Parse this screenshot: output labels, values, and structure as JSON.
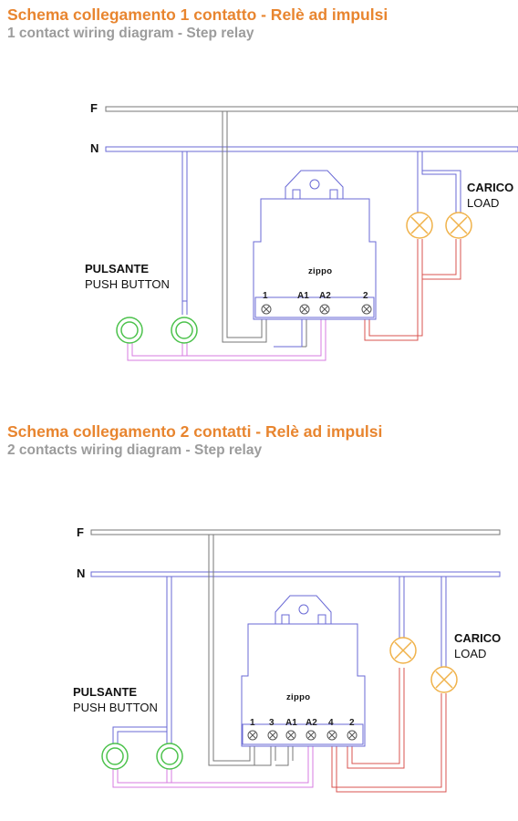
{
  "diagram1": {
    "title_it": "Schema collegamento 1 contatto - Relè ad impulsi",
    "title_en": "1 contact wiring diagram - Step relay",
    "label_f": "F",
    "label_n": "N",
    "load_it": "CARICO",
    "load_en": "LOAD",
    "push_it": "PULSANTE",
    "push_en": "PUSH BUTTON",
    "brand": "zippo",
    "terminals": [
      "1",
      "A1",
      "A2",
      "2"
    ]
  },
  "diagram2": {
    "title_it": "Schema collegamento 2 contatti - Relè ad impulsi",
    "title_en": "2 contacts wiring diagram - Step relay",
    "label_f": "F",
    "label_n": "N",
    "load_it": "CARICO",
    "load_en": "LOAD",
    "push_it": "PULSANTE",
    "push_en": "PUSH BUTTON",
    "brand": "zippo",
    "terminals": [
      "1",
      "3",
      "A1",
      "A2",
      "4",
      "2"
    ]
  },
  "colors": {
    "title_orange": "#e8852f",
    "subtitle_grey": "#9c9c9c",
    "neutral_wire": "#6a6ad6",
    "phase_wire": "#777777",
    "load_wire": "#d9534f",
    "button_wire": "#d77be0",
    "button_ring": "#4cc24c",
    "lamp_ring": "#f0b24a"
  }
}
